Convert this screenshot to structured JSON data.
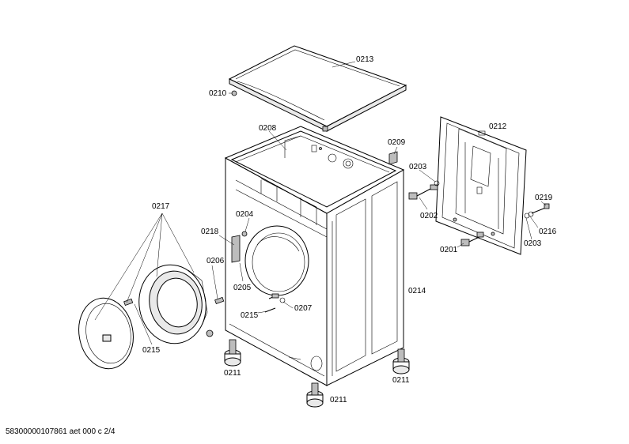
{
  "diagram": {
    "parts": [
      {
        "id": "p0213",
        "label": "0213"
      },
      {
        "id": "p0210",
        "label": "0210"
      },
      {
        "id": "p0208",
        "label": "0208"
      },
      {
        "id": "p0209",
        "label": "0209"
      },
      {
        "id": "p0212",
        "label": "0212"
      },
      {
        "id": "p0203a",
        "label": "0203"
      },
      {
        "id": "p0202",
        "label": "0202"
      },
      {
        "id": "p0219",
        "label": "0219"
      },
      {
        "id": "p0216",
        "label": "0216"
      },
      {
        "id": "p0203b",
        "label": "0203"
      },
      {
        "id": "p0201",
        "label": "0201"
      },
      {
        "id": "p0217",
        "label": "0217"
      },
      {
        "id": "p0218",
        "label": "0218"
      },
      {
        "id": "p0204",
        "label": "0204"
      },
      {
        "id": "p0206",
        "label": "0206"
      },
      {
        "id": "p0205",
        "label": "0205"
      },
      {
        "id": "p0207",
        "label": "0207"
      },
      {
        "id": "p0215a",
        "label": "0215"
      },
      {
        "id": "p0214",
        "label": "0214"
      },
      {
        "id": "p0215b",
        "label": "0215"
      },
      {
        "id": "p0211a",
        "label": "0211"
      },
      {
        "id": "p0211b",
        "label": "0211"
      },
      {
        "id": "p0211c",
        "label": "0211"
      }
    ]
  },
  "footer": {
    "text": "583000001078​61 aet 000 c 2/4"
  }
}
